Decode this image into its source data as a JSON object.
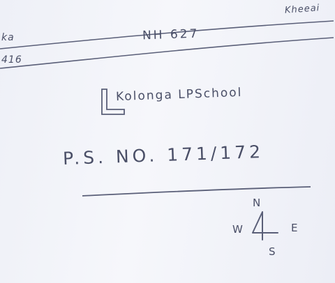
{
  "map": {
    "corner_label": "Kheeai",
    "road": {
      "name": "NH 627",
      "left_label_top": "ka",
      "left_label_bottom": "416"
    },
    "school_label": "Kolonga LPSchool",
    "polling_station_label": "P.S. NO. 171/172",
    "compass": {
      "north": "N",
      "south": "S",
      "west": "W",
      "east": "E"
    },
    "ink_color": "#4a4f67"
  }
}
